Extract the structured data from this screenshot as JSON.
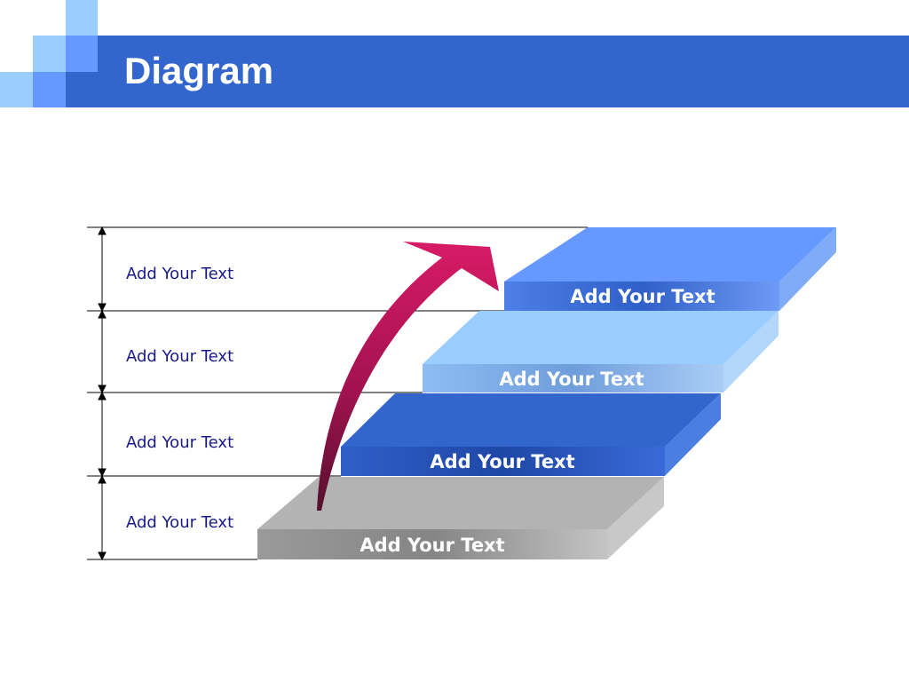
{
  "slide": {
    "title": "Diagram"
  },
  "theme": {
    "title_bar": "#3366cc",
    "arrow": "#cc1166"
  },
  "levels": [
    {
      "label": "Add Your Text",
      "step_text": "Add Your Text",
      "color": "#6699ff"
    },
    {
      "label": "Add Your Text",
      "step_text": "Add Your Text",
      "color": "#99ccff"
    },
    {
      "label": "Add Your Text",
      "step_text": "Add Your Text",
      "color": "#3366cc"
    },
    {
      "label": "Add Your Text",
      "step_text": "Add Your Text",
      "color": "#b3b3b3"
    }
  ]
}
